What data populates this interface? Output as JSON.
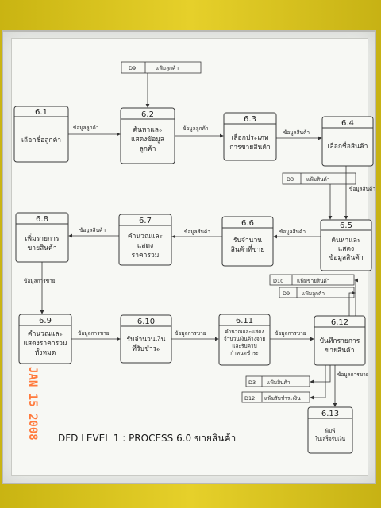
{
  "title": "DFD LEVEL 1 : PROCESS 6.0 ขายสินค้า",
  "date_stamp": "JAN 15 2008",
  "processes": [
    {
      "id": "6.1",
      "label": [
        "เลือกชื่อลูกค้า"
      ]
    },
    {
      "id": "6.2",
      "label": [
        "ค้นหาและ",
        "แสดงข้อมูล",
        "ลูกค้า"
      ]
    },
    {
      "id": "6.3",
      "label": [
        "เลือกประเภท",
        "การขายสินค้า"
      ]
    },
    {
      "id": "6.4",
      "label": [
        "เลือกชื่อสินค้า"
      ]
    },
    {
      "id": "6.5",
      "label": [
        "ค้นหาและ",
        "แสดง",
        "ข้อมูลสินค้า"
      ]
    },
    {
      "id": "6.6",
      "label": [
        "รับจำนวน",
        "สินค้าที่ขาย"
      ]
    },
    {
      "id": "6.7",
      "label": [
        "คำนวณและ",
        "แสดง",
        "ราคารวม"
      ]
    },
    {
      "id": "6.8",
      "label": [
        "เพิ่มรายการ",
        "ขายสินค้า"
      ]
    },
    {
      "id": "6.9",
      "label": [
        "คำนวณและ",
        "แสดงราคารวม",
        "ทั้งหมด"
      ]
    },
    {
      "id": "6.10",
      "label": [
        "รับจำนวนเงิน",
        "ที่รับชำระ"
      ]
    },
    {
      "id": "6.11",
      "label": [
        "คำนวณและแสดง",
        "จำนวนเงินค้างจ่าย",
        "และรับคาบ",
        "กำหนดชำระ"
      ]
    },
    {
      "id": "6.12",
      "label": [
        "บันทึกรายการ",
        "ขายสินค้า"
      ]
    },
    {
      "id": "6.13",
      "label": [
        "พิมพ์",
        "ใบเสร็จรับเงิน"
      ]
    }
  ],
  "stores": [
    {
      "id": "D9",
      "name": "แฟ้มลูกค้า"
    },
    {
      "id": "D3",
      "name": "แฟ้มสินค้า"
    },
    {
      "id": "D10",
      "name": "แฟ้มขายสินค้า"
    },
    {
      "id": "D9",
      "name": "แฟ้มลูกค้า"
    },
    {
      "id": "D3",
      "name": "แฟ้มสินค้า"
    },
    {
      "id": "D12",
      "name": "แฟ้มรับชำระเงิน"
    }
  ],
  "flows": [
    "ข้อมูลลูกค้า",
    "ข้อมูลลูกค้า",
    "ข้อมูลสินค้า",
    "ข้อมูลสินค้า",
    "ข้อมูลสินค้า",
    "ข้อมูลสินค้า",
    "ข้อมูลสินค้า",
    "ข้อมูลการขาย",
    "ข้อมูลการขาย",
    "ข้อมูลการขาย",
    "ข้อมูลการขาย",
    "ข้อมูลการขาย"
  ]
}
